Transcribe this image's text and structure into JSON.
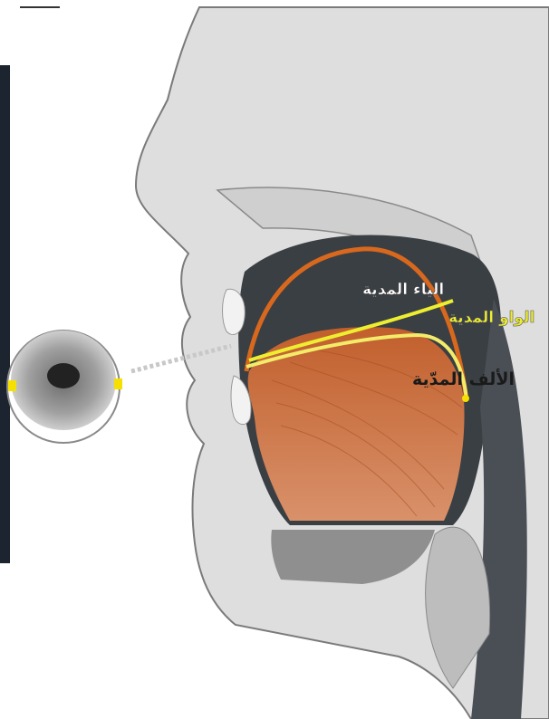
{
  "diagram": {
    "labels": {
      "ya": "الياء المدية",
      "waw": "الواو المدية",
      "alif": "الألف المدّية"
    },
    "colors": {
      "ya_curve": "#d8681e",
      "waw_curve": "#eeee30",
      "alif_curve": "#f2ec6a",
      "tongue": "#c8703a",
      "background": "#ffffff",
      "marker": "#f5e000"
    }
  }
}
